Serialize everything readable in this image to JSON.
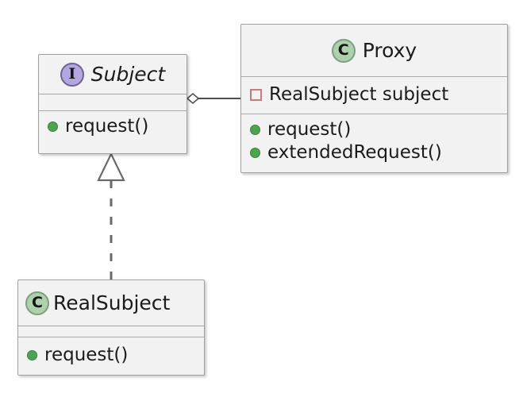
{
  "diagram": {
    "kind": "uml-class-diagram",
    "pattern": "Proxy",
    "background_color": "#ffffff",
    "box_fill_color": "#f2f2f2",
    "box_border_color": "#a0a0a0",
    "interface_icon_color": "#b4a7e0",
    "class_icon_color": "#add1ad",
    "method_marker_color": "#4ea44e",
    "field_marker_color": "#c9797f",
    "connector_color": "#4f4f4f"
  },
  "classes": {
    "subject": {
      "name": "Subject",
      "stereotype_letter": "I",
      "stereotype": "interface",
      "attributes": [],
      "methods": [
        {
          "label": "request()",
          "visibility": "public"
        }
      ]
    },
    "proxy": {
      "name": "Proxy",
      "stereotype_letter": "C",
      "stereotype": "class",
      "attributes": [
        {
          "label": "RealSubject subject",
          "visibility": "private"
        }
      ],
      "methods": [
        {
          "label": "request()",
          "visibility": "public"
        },
        {
          "label": "extendedRequest()",
          "visibility": "public"
        }
      ]
    },
    "realsubject": {
      "name": "RealSubject",
      "stereotype_letter": "C",
      "stereotype": "class",
      "attributes": [],
      "methods": [
        {
          "label": "request()",
          "visibility": "public"
        }
      ]
    }
  },
  "relationships": [
    {
      "id": "proxy-aggregates-subject",
      "type": "aggregation",
      "from": "Proxy",
      "to": "Subject",
      "line_style": "solid",
      "end_decoration": "hollow-diamond",
      "label": ""
    },
    {
      "id": "realsubject-implements-subject",
      "type": "realization",
      "from": "RealSubject",
      "to": "Subject",
      "line_style": "dashed",
      "end_decoration": "hollow-triangle",
      "label": ""
    }
  ]
}
